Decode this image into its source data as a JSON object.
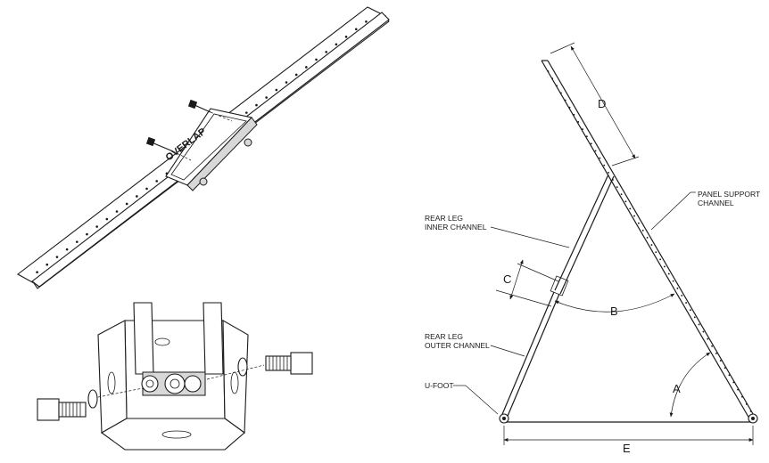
{
  "overlap_detail": {
    "stamp": "OVERLAP"
  },
  "frame_diagram": {
    "labels": {
      "panel_support_l1": "PANEL SUPPORT",
      "panel_support_l2": "CHANNEL",
      "rear_inner_l1": "REAR LEG",
      "rear_inner_l2": "INNER CHANNEL",
      "rear_outer_l1": "REAR LEG",
      "rear_outer_l2": "OUTER CHANNEL",
      "u_foot": "U-FOOT"
    },
    "dimensions": {
      "a": "A",
      "b": "B",
      "c": "C",
      "d": "D",
      "e": "E"
    }
  }
}
